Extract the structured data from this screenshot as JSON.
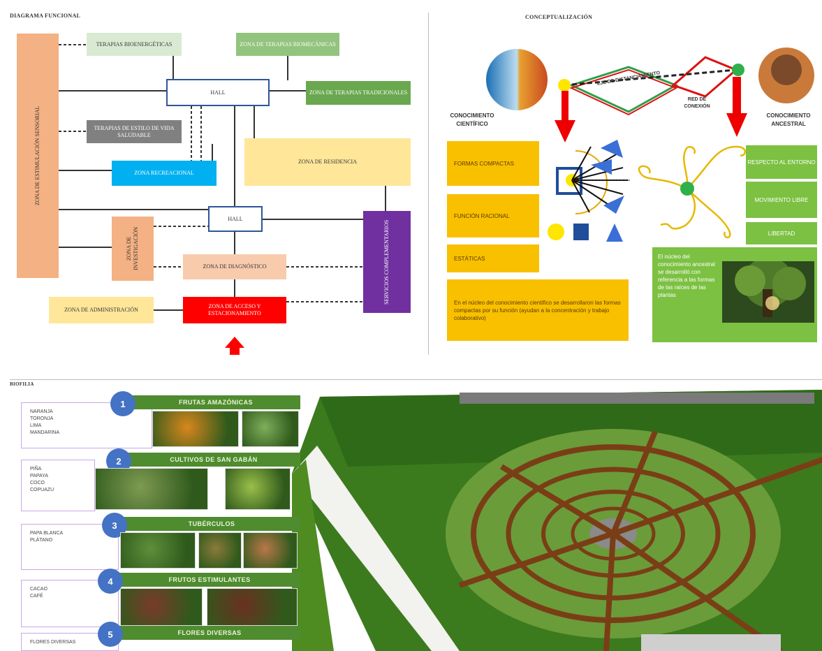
{
  "diagrama": {
    "title": "DIAGRAMA FUNCIONAL",
    "zona_estimulacion": "ZONA DE ESTIMULACIÓN SENSORIAL",
    "terapias_bioenergeticas": "TERAPIAS BIOENERGÉTICAS",
    "zona_terapias_biomecanicas": "ZONA DE TERAPIAS BIOMECÁNICAS",
    "hall_top": "HALL",
    "zona_terapias_tradicionales": "ZONA DE TERAPIAS TRADICIONALES",
    "terapias_estilo": "TERAPIAS DE ESTILO DE VIDA SALUDABLE",
    "zona_recreacional": "ZONA RECREACIONAL",
    "zona_residencia": "ZONA DE RESIDENCIA",
    "hall_mid": "HALL",
    "zona_investigacion": "ZONA DE INVESTIGACIÓN",
    "servicios": "SERVICIOS COMPLEMENTARIOS",
    "zona_diagnostico": "ZONA DE DIAGNÓSTICO",
    "zona_administracion": "ZONA DE ADMINISTRACIÓN",
    "zona_acceso": "ZONA DE ACCESO Y ESTACIONAMIENTO"
  },
  "concepto": {
    "title": "CONCEPTUALIZACIÓN",
    "eje": "EJE DE DISTANCIAMIENTO",
    "red": "RED DE CONEXIÓN",
    "cientifico": "CONOCIMIENTO CIENTÍFICO",
    "ancestral": "CONOCIMIENTO ANCESTRAL",
    "formas_compactas": "FORMAS COMPACTAS",
    "funcion_racional": "FUNCIÓN RACIONAL",
    "estaticas": "ESTÁTICAS",
    "nucleo_cientifico": "En el núcleo del conocimiento científico se desarrollaron las formas compactas por su función (ayudan a la concentración y trabajo colaborativo)",
    "respeto": "RESPECTO AL ENTORNO",
    "movimiento": "MOVIMIENTO LIBRE",
    "libertad": "LIBERTAD",
    "nucleo_ancestral": "El núcleo del conocimiento ancestral se desarrolló con referencia a las formas de las raíces de las plantas"
  },
  "biofilia": {
    "title": "BIOFILIA",
    "categories": [
      {
        "num": "1",
        "title": "FRUTAS AMAZÓNICAS",
        "items": [
          "NARANJA",
          "TORONJA",
          "LIMA",
          "MANDARINA"
        ]
      },
      {
        "num": "2",
        "title": "CULTIVOS DE SAN GABÁN",
        "items": [
          "PIÑA",
          "PAPAYA",
          "COCO",
          "COPUAZU"
        ]
      },
      {
        "num": "3",
        "title": "TUBÉRCULOS",
        "items": [
          "PAPA BLANCA",
          "PLÁTANO"
        ]
      },
      {
        "num": "4",
        "title": "FRUTOS ESTIMULANTES",
        "items": [
          "CACAO",
          "CAFÉ"
        ]
      },
      {
        "num": "5",
        "title": "FLORES DIVERSAS",
        "items": [
          "FLORES DIVERSAS"
        ]
      }
    ]
  },
  "colors": {
    "orange_zone": "#f4b183",
    "green_light": "#d9ead3",
    "green_mid": "#93c47d",
    "green_bright": "#7cc142",
    "gray": "#808080",
    "cyan": "#00b0f0",
    "yellow_soft": "#ffe699",
    "purple": "#7030a0",
    "red": "#ff0000",
    "gold": "#f9c000",
    "blue": "#4472c4"
  }
}
